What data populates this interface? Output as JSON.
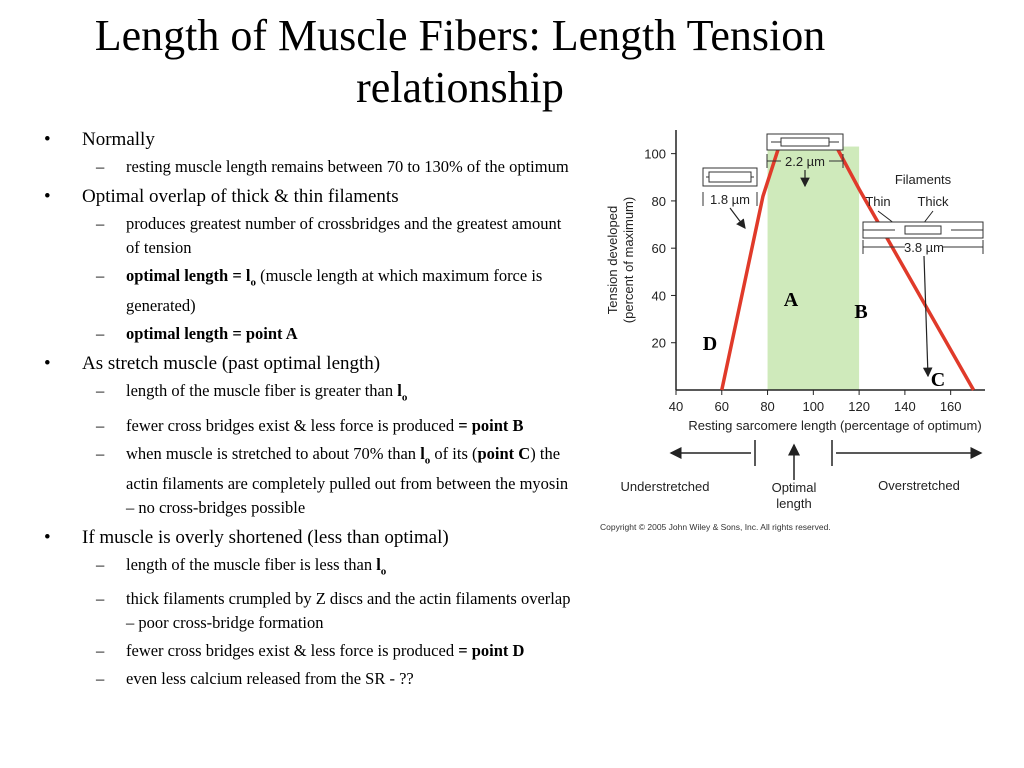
{
  "slide": {
    "title_line1": "Length of Muscle Fibers: Length Tension",
    "title_line2": "relationship"
  },
  "bullets": {
    "b1": "Normally",
    "b1_s1": "resting muscle length remains between 70 to 130% of the optimum",
    "b2": "Optimal overlap of thick & thin filaments",
    "b2_s1": "produces greatest number of crossbridges and the greatest amount of tension",
    "b2_s2_bold": "optimal length = l",
    "b2_s2_sub": "o",
    "b2_s2_rest": " (muscle length at which maximum force is generated)",
    "b2_s3_bold": "optimal length = point A",
    "b3": "As stretch muscle (past optimal length)",
    "b3_s1_text": "length of the muscle fiber is greater than ",
    "b3_s1_bold": "l",
    "b3_s1_sub": "o",
    "b3_s2_text": "fewer cross bridges exist & less force is produced ",
    "b3_s2_bold": "= point B",
    "b3_s3_text1": "when muscle is stretched to about 70% than ",
    "b3_s3_bold": "l",
    "b3_s3_sub": "o",
    "b3_s3_text2": " of its (",
    "b3_s3_bold2": "point C",
    "b3_s3_text3": ") the actin filaments are completely pulled out from between the myosin – no cross-bridges possible",
    "b4": "If muscle is overly shortened (less than optimal)",
    "b4_s1_text": "length of the muscle fiber is less than ",
    "b4_s1_bold": "l",
    "b4_s1_sub": "o",
    "b4_s2": "thick filaments crumpled by Z discs and the actin filaments overlap – poor cross-bridge formation",
    "b4_s3_text": "fewer cross bridges exist & less force is produced ",
    "b4_s3_bold": "= point D",
    "b4_s4": "even less calcium released from the SR - ??",
    "dash": "–",
    "dot": "•"
  },
  "figure": {
    "ylabel_line1": "Tension developed",
    "ylabel_line2": "(percent of maximum)",
    "xlabel": "Resting sarcomere length (percentage of optimum)",
    "y_ticks": [
      "20",
      "40",
      "60",
      "80",
      "100"
    ],
    "x_ticks": [
      "40",
      "60",
      "80",
      "100",
      "120",
      "140",
      "160"
    ],
    "len_22": "2.2 µm",
    "len_18": "1.8 µm",
    "len_38": "3.8 µm",
    "filaments": "Filaments",
    "thin": "Thin",
    "thick": "Thick",
    "understretched": "Understretched",
    "optimal_line1": "Optimal",
    "optimal_line2": "length",
    "overstretched": "Overstretched",
    "copyright": "Copyright © 2005 John Wiley & Sons, Inc.  All rights reserved.",
    "label_a": "A",
    "label_b": "B",
    "label_c": "C",
    "label_d": "D",
    "curve_color": "#e03a2a",
    "optimal_region_color": "#cfeabb"
  },
  "chart_data": {
    "type": "line",
    "xlabel": "Resting sarcomere length (percentage of optimum)",
    "ylabel": "Tension developed (percent of maximum)",
    "xlim": [
      40,
      175
    ],
    "ylim": [
      0,
      110
    ],
    "x": [
      60,
      78,
      85,
      110,
      120,
      170
    ],
    "series": [
      {
        "values": [
          0,
          82,
          103,
          103,
          85,
          0
        ]
      }
    ],
    "shaded_region_x": [
      80,
      120
    ],
    "point_labels": [
      "A",
      "B",
      "C",
      "D"
    ]
  }
}
